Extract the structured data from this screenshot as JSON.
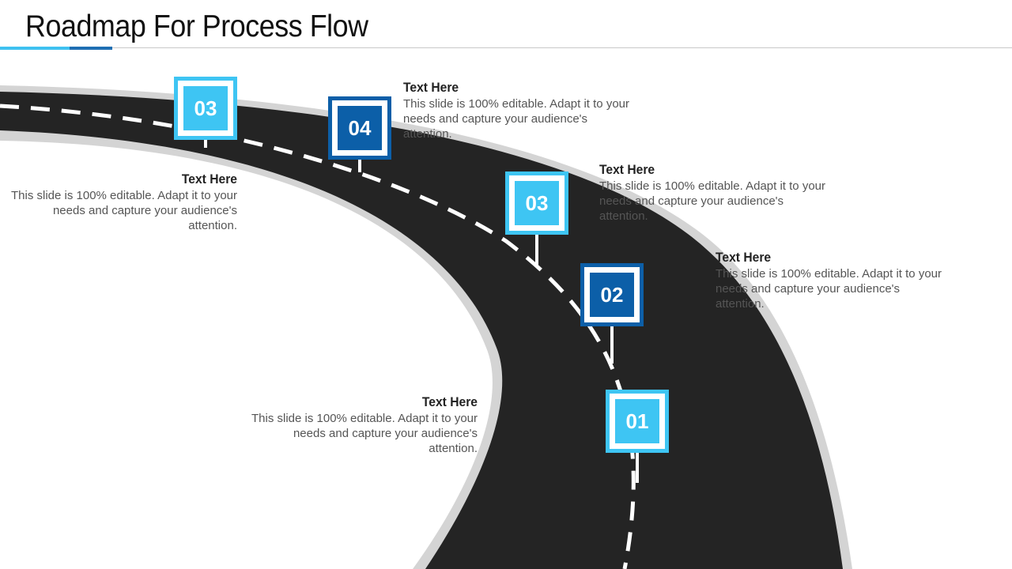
{
  "title": "Roadmap For Process Flow",
  "colors": {
    "road": "#242424",
    "road_edge": "#d4d4d4",
    "marker_light": "#3ec5f3",
    "marker_dark": "#0c5fa8",
    "accent_light": "#3fc1f0",
    "accent_dark": "#1f6fb3"
  },
  "markers": [
    {
      "number": "03",
      "style": "light"
    },
    {
      "number": "04",
      "style": "dark"
    },
    {
      "number": "03",
      "style": "light"
    },
    {
      "number": "02",
      "style": "dark"
    },
    {
      "number": "01",
      "style": "light"
    }
  ],
  "text_blocks": [
    {
      "heading": "Text Here",
      "body": "This slide is 100% editable. Adapt it to your needs and capture your audience's attention."
    },
    {
      "heading": "Text Here",
      "body": "This slide is 100% editable. Adapt it to your needs and capture your audience's attention."
    },
    {
      "heading": "Text Here",
      "body": "This slide is 100% editable. Adapt it to your needs and capture your audience's attention."
    },
    {
      "heading": "Text Here",
      "body": "This slide is 100% editable. Adapt it to your needs and capture your audience's attention."
    },
    {
      "heading": "Text Here",
      "body": "This slide is 100% editable. Adapt it to your needs and capture your audience's attention."
    }
  ]
}
